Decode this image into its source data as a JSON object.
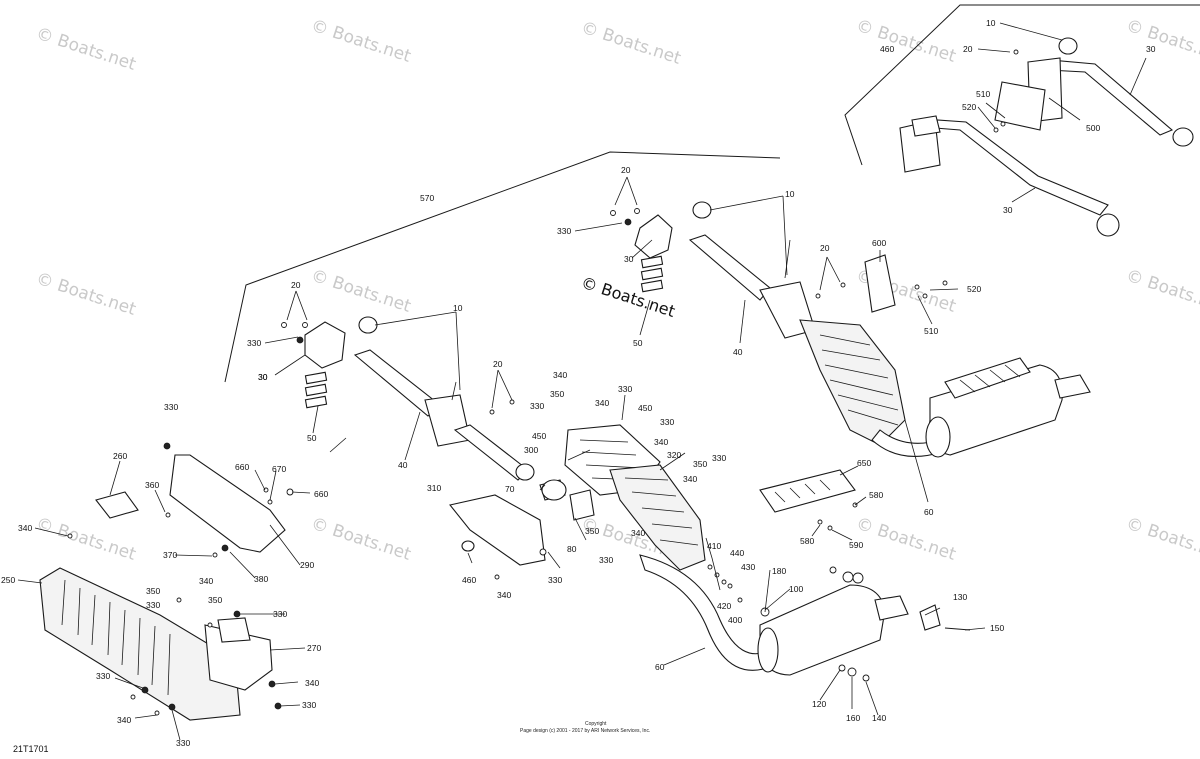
{
  "diagram": {
    "code": "21T1701",
    "copyright_line1": "Copyright",
    "copyright_line2": "Page design (c) 2001 - 2017 by ARI Network Services, Inc.",
    "watermark": "© Boats.net",
    "center_watermark": "© Boats.net"
  },
  "callouts": [
    "10",
    "20",
    "30",
    "460",
    "510",
    "520",
    "500",
    "30",
    "570",
    "20",
    "330",
    "30",
    "10",
    "20",
    "600",
    "510",
    "520",
    "50",
    "40",
    "30",
    "10",
    "20",
    "330",
    "30",
    "50",
    "40",
    "330",
    "260",
    "660",
    "670",
    "660",
    "360",
    "370",
    "380",
    "290",
    "340",
    "250",
    "350",
    "330",
    "340",
    "350",
    "330",
    "270",
    "330",
    "340",
    "330",
    "340",
    "330",
    "20",
    "340",
    "330",
    "350",
    "330",
    "340",
    "450",
    "330",
    "450",
    "340",
    "300",
    "320",
    "310",
    "70",
    "80",
    "350",
    "330",
    "340",
    "350",
    "330",
    "340",
    "460",
    "340",
    "330",
    "650",
    "580",
    "580",
    "590",
    "410",
    "440",
    "430",
    "420",
    "400",
    "180",
    "100",
    "130",
    "150",
    "60",
    "60",
    "120",
    "160",
    "140"
  ]
}
